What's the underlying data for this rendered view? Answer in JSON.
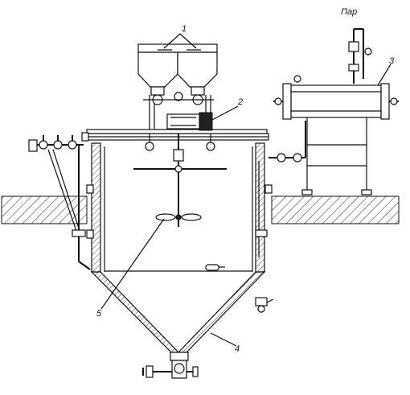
{
  "labels": {
    "l1": "1",
    "l2": "2",
    "l3": "3",
    "l4": "4",
    "l5": "5",
    "steam": "Пар"
  }
}
